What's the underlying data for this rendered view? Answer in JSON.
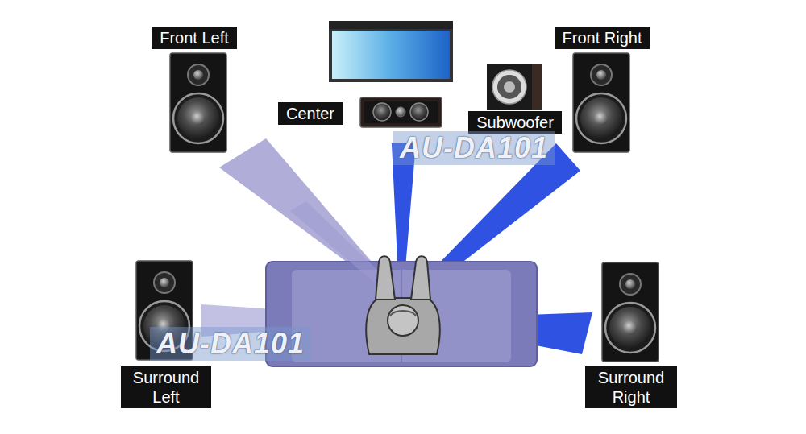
{
  "diagram": {
    "nodes": [
      {
        "text": [
          "Front Left"
        ]
      },
      {
        "text": [
          "Front Right"
        ]
      },
      {
        "text": [
          "Center"
        ]
      },
      {
        "text": [
          "Subwoofer"
        ]
      },
      {
        "text": [
          "Surround Left"
        ]
      },
      {
        "text": [
          "Surround Right"
        ]
      }
    ],
    "labels": [
      "AU-DA101",
      "AU-DA101"
    ]
  }
}
